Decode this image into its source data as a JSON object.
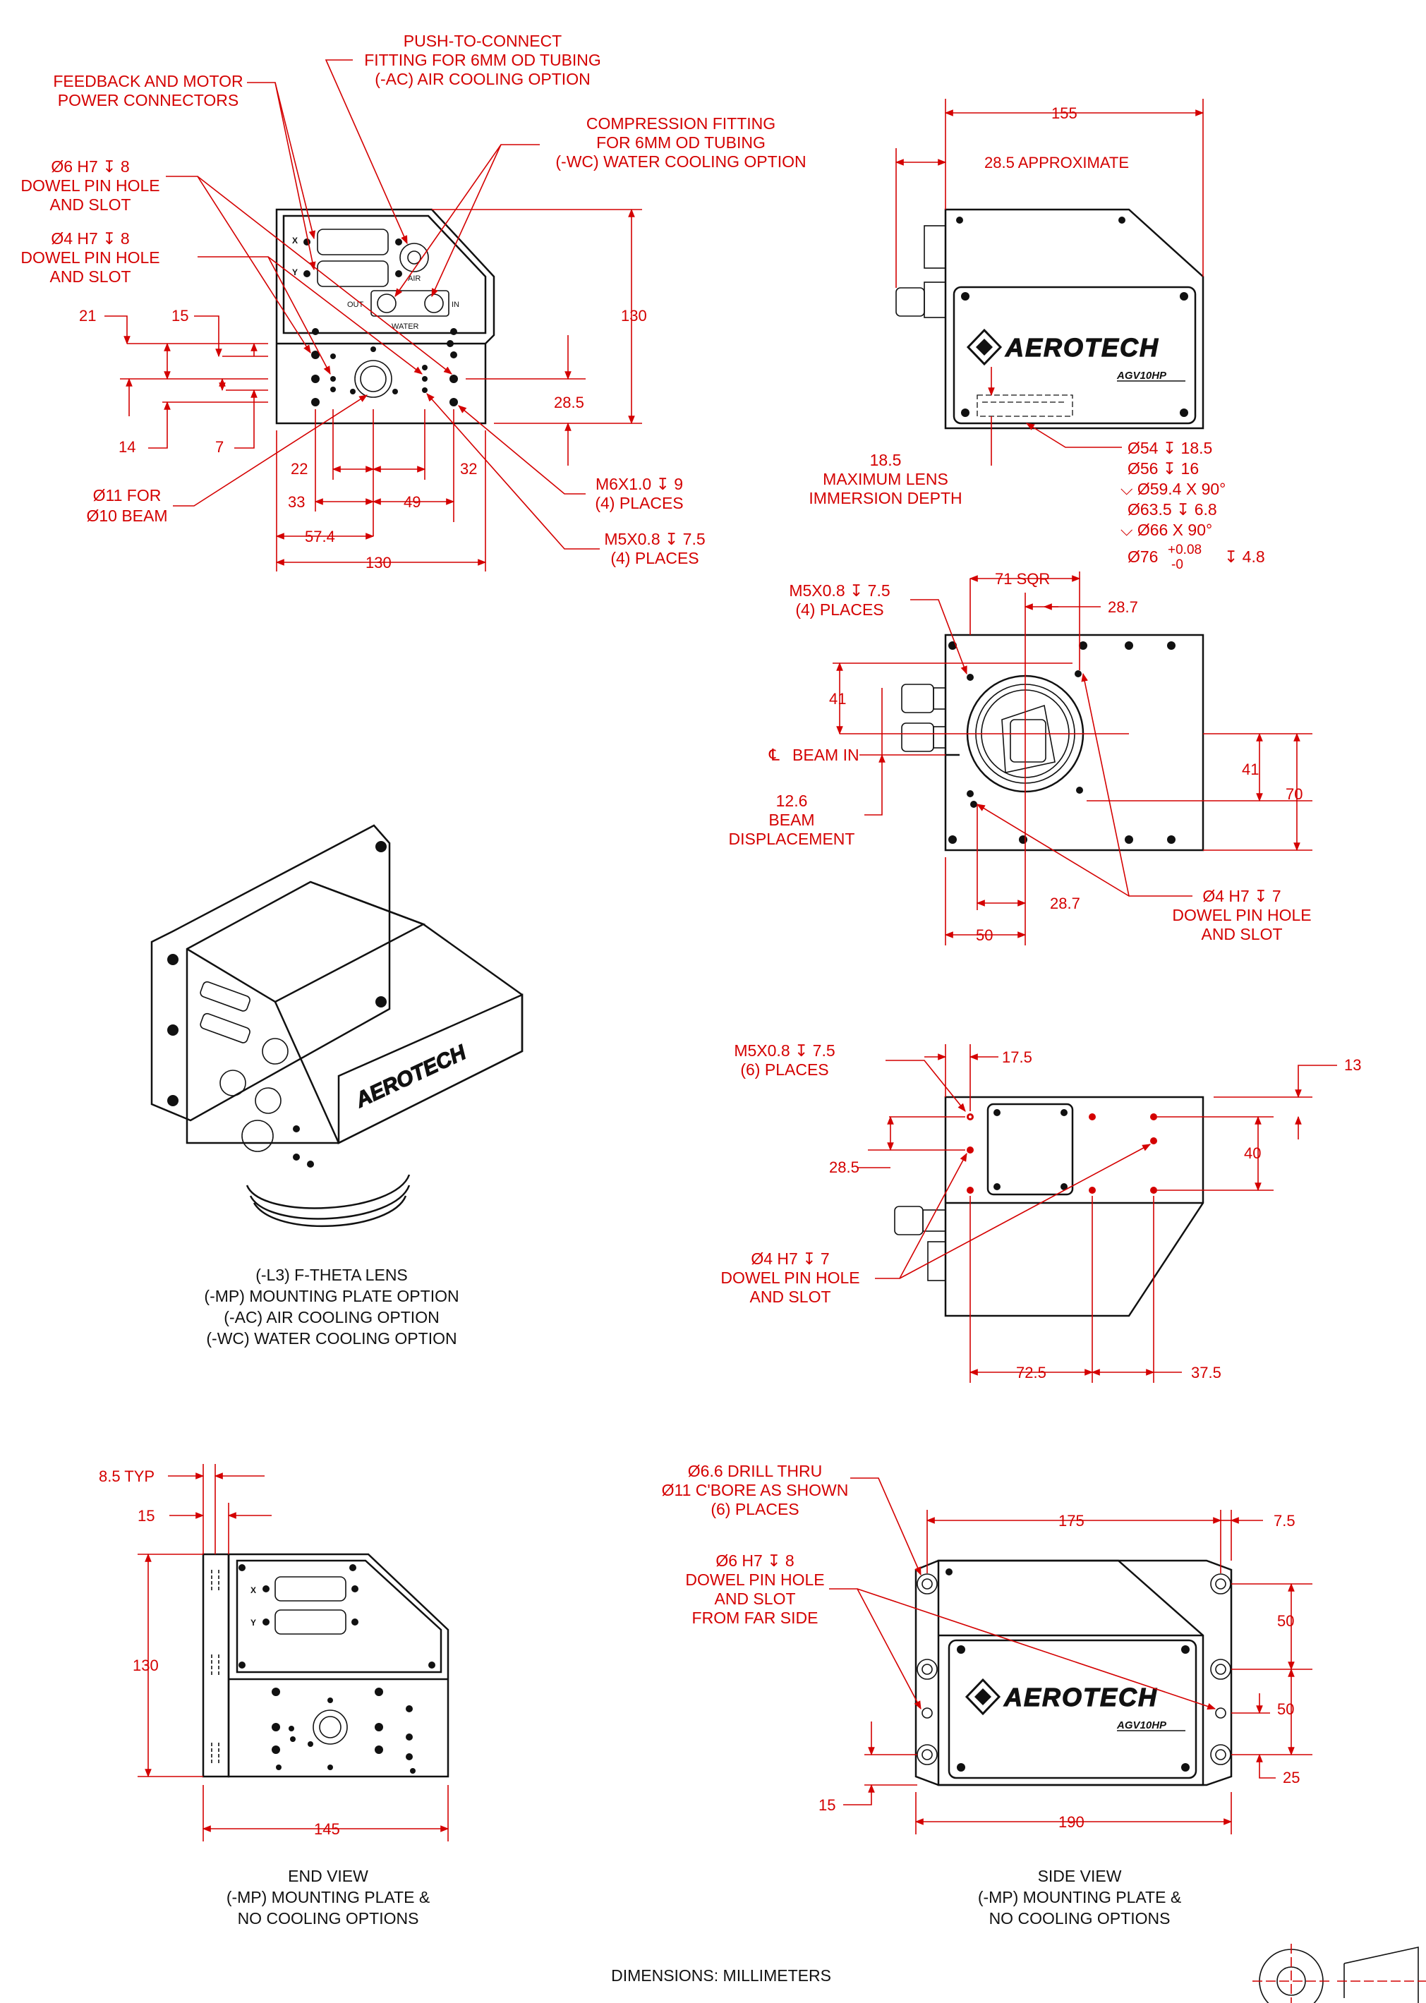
{
  "top_view": {
    "callouts": {
      "push_to_connect": [
        "PUSH-TO-CONNECT",
        "FITTING FOR 6MM OD TUBING",
        "(-AC) AIR COOLING OPTION"
      ],
      "feedback": [
        "FEEDBACK AND MOTOR",
        "POWER CONNECTORS"
      ],
      "compression": [
        "COMPRESSION FITTING",
        "FOR 6MM OD TUBING",
        "(-WC) WATER COOLING OPTION"
      ],
      "dowel6": [
        "Ø6 H7 ↧ 8",
        "DOWEL PIN HOLE",
        "AND SLOT"
      ],
      "dowel4": [
        "Ø4 H7 ↧ 8",
        "DOWEL PIN HOLE",
        "AND SLOT"
      ],
      "m6": [
        "M6X1.0 ↧ 9",
        "(4) PLACES"
      ],
      "m5": [
        "M5X0.8 ↧ 7.5",
        "(4) PLACES"
      ],
      "beam": [
        "Ø11 FOR",
        "Ø10 BEAM"
      ]
    },
    "panel_labels": {
      "x": "X",
      "y": "Y",
      "air": "AIR",
      "out": "OUT",
      "in": "IN",
      "water": "WATER"
    },
    "dims": {
      "d21": "21",
      "d15": "15",
      "d14": "14",
      "d7": "7",
      "d22": "22",
      "d32": "32",
      "d33": "33",
      "d49": "49",
      "d57": "57.4",
      "d130w": "130",
      "d130h": "130",
      "d285": "28.5"
    }
  },
  "side_view_top": {
    "dims": {
      "d155": "155",
      "d285": "28.5 APPROXIMATE"
    },
    "brand": "AEROTECH",
    "model": "AGV10HP",
    "lens": [
      "18.5",
      "MAXIMUM LENS",
      "IMMERSION DEPTH"
    ],
    "spec": [
      "Ø54 ↧ 18.5",
      "Ø56 ↧ 16",
      "⌵ Ø59.4 X 90°",
      "Ø63.5 ↧ 6.8",
      "⌵ Ø66 X 90°",
      "Ø76",
      "+0.08",
      "-0",
      "↧ 4.8"
    ]
  },
  "bottom_view": {
    "m5": [
      "M5X0.8 ↧ 7.5",
      "(4) PLACES"
    ],
    "d71": "71 SQR",
    "d287a": "28.7",
    "d41a": "41",
    "beam_in": "BEAM IN",
    "cl": "℄",
    "disp": [
      "12.6",
      "BEAM",
      "DISPLACEMENT"
    ],
    "d41b": "41",
    "d70": "70",
    "d287b": "28.7",
    "d50": "50",
    "dowel": [
      "Ø4 H7 ↧ 7",
      "DOWEL PIN HOLE",
      "AND SLOT"
    ]
  },
  "iso_caption": [
    "(-L3) F-THETA LENS",
    "(-MP) MOUNTING PLATE OPTION",
    "(-AC) AIR COOLING OPTION",
    "(-WC) WATER COOLING OPTION"
  ],
  "plate_view": {
    "m5": [
      "M5X0.8 ↧ 7.5",
      "(6) PLACES"
    ],
    "d175": "17.5",
    "d13": "13",
    "d285": "28.5",
    "d40": "40",
    "dowel": [
      "Ø4 H7 ↧ 7",
      "DOWEL PIN HOLE",
      "AND SLOT"
    ],
    "d725": "72.5",
    "d375": "37.5"
  },
  "end_view": {
    "d85": "8.5 TYP",
    "d15": "15",
    "d130": "130",
    "d145": "145",
    "panel_labels": {
      "x": "X",
      "y": "Y"
    },
    "caption": [
      "END VIEW",
      "(-MP) MOUNTING PLATE &",
      "NO COOLING OPTIONS"
    ]
  },
  "side_mp_view": {
    "drill": [
      "Ø6.6 DRILL THRU",
      "Ø11 C'BORE AS SHOWN",
      "(6) PLACES"
    ],
    "dowel": [
      "Ø6 H7 ↧ 8",
      "DOWEL PIN HOLE",
      "AND SLOT",
      "FROM FAR SIDE"
    ],
    "d175": "175",
    "d75": "7.5",
    "d50a": "50",
    "d50b": "50",
    "d25": "25",
    "d15": "15",
    "d190": "190",
    "brand": "AEROTECH",
    "model": "AGV10HP",
    "caption": [
      "SIDE VIEW",
      "(-MP) MOUNTING PLATE &",
      "NO COOLING OPTIONS"
    ]
  },
  "footer": "DIMENSIONS:  MILLIMETERS",
  "colors": {
    "dimension": "#d40000",
    "outline": "#111111"
  }
}
